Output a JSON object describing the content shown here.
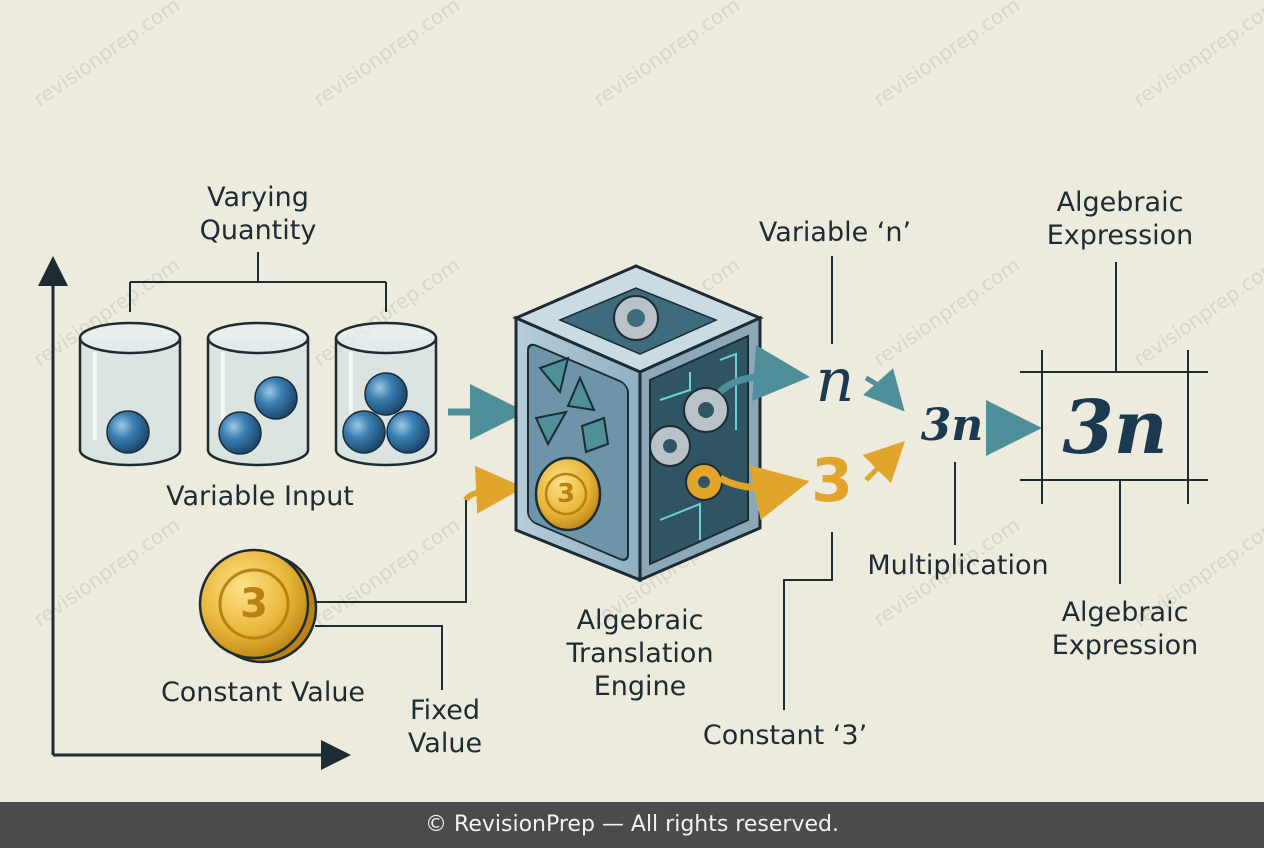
{
  "labels": {
    "varying_quantity": "Varying\nQuantity",
    "variable_input": "Variable Input",
    "constant_value": "Constant Value",
    "fixed_value": "Fixed\nValue",
    "engine": "Algebraic\nTranslation\nEngine",
    "variable_n": "Variable ‘n’",
    "constant_3": "Constant ‘3’",
    "multiplication": "Multiplication",
    "expression_top": "Algebraic\nExpression",
    "expression_bottom": "Algebraic\nExpression"
  },
  "symbols": {
    "n": "n",
    "three": "3",
    "product": "3n",
    "final": "3n",
    "coin_digit": "3",
    "engine_coin_digit": "3"
  },
  "watermark": "revisionprep.com",
  "footer": "© RevisionPrep — All rights reserved.",
  "colors": {
    "background": "#ecebdd",
    "navy": "#1b3a52",
    "gold": "#e2a52c",
    "teal": "#4f8f9a",
    "marble": "#2f6f9f",
    "footer": "#4a4b4c"
  },
  "jars": [
    {
      "marbles": 1
    },
    {
      "marbles": 2
    },
    {
      "marbles": 3
    }
  ]
}
